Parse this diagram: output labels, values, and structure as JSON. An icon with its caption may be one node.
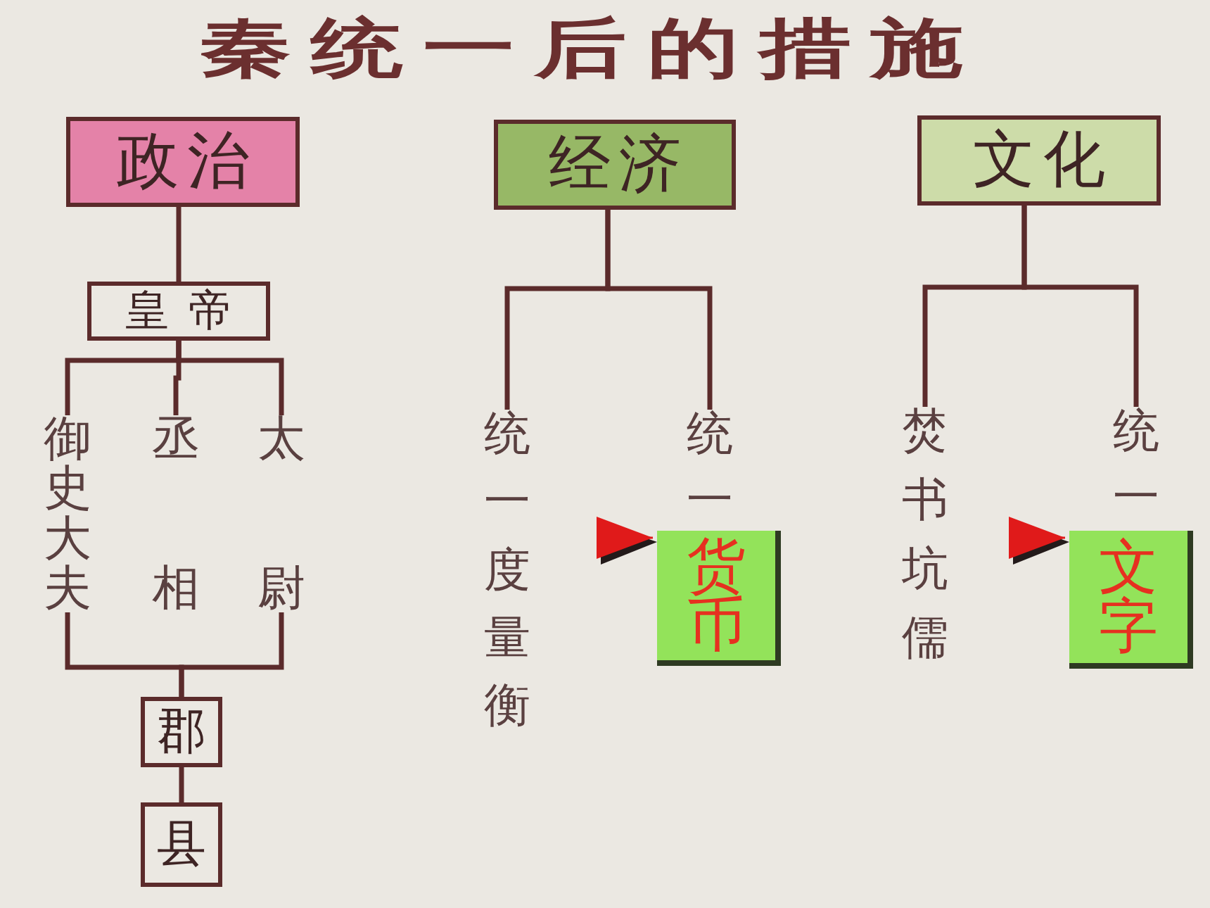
{
  "diagram": {
    "title": "秦统一后的措施",
    "nodes": [
      {
        "text": [
          "政治"
        ]
      },
      {
        "text": [
          "皇帝"
        ]
      },
      {
        "text": [
          "御史大夫"
        ]
      },
      {
        "text": [
          "丞相"
        ]
      },
      {
        "text": [
          "太尉"
        ]
      },
      {
        "text": [
          "郡"
        ]
      },
      {
        "text": [
          "县"
        ]
      },
      {
        "text": [
          "经济"
        ]
      },
      {
        "text": [
          "统一度量衡"
        ]
      },
      {
        "text": [
          "统一"
        ]
      },
      {
        "text": [
          "货币"
        ]
      },
      {
        "text": [
          "文化"
        ]
      },
      {
        "text": [
          "焚书坑儒"
        ]
      },
      {
        "text": [
          "统一"
        ]
      },
      {
        "text": [
          "文字"
        ]
      }
    ],
    "edges": [
      {
        "from": 0,
        "to": 1,
        "arrow": "none"
      },
      {
        "from": 1,
        "to": 2,
        "arrow": "none"
      },
      {
        "from": 1,
        "to": 3,
        "arrow": "none"
      },
      {
        "from": 1,
        "to": 4,
        "arrow": "none"
      },
      {
        "from": 2,
        "to": 5,
        "arrow": "none"
      },
      {
        "from": 4,
        "to": 5,
        "arrow": "none"
      },
      {
        "from": 5,
        "to": 6,
        "arrow": "none"
      },
      {
        "from": 7,
        "to": 8,
        "arrow": "none"
      },
      {
        "from": 7,
        "to": 9,
        "arrow": "none"
      },
      {
        "from": 11,
        "to": 12,
        "arrow": "none"
      },
      {
        "from": 11,
        "to": 13,
        "arrow": "none"
      },
      {
        "from": null,
        "to": 10,
        "arrow": "to",
        "color": "#e01a1a"
      },
      {
        "from": null,
        "to": 14,
        "arrow": "to",
        "color": "#e01a1a"
      }
    ]
  }
}
